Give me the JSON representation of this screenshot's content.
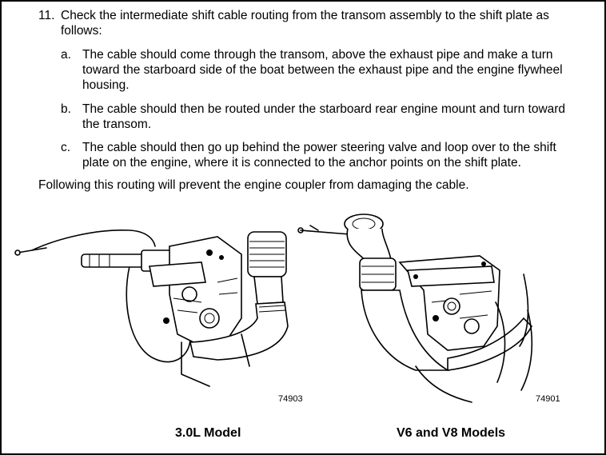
{
  "step": {
    "number": "11.",
    "text": "Check the intermediate shift cable routing from the transom assembly to the shift plate as follows:"
  },
  "substeps": [
    {
      "letter": "a.",
      "text": "The cable should come through the transom, above the exhaust pipe and make a turn toward the starboard side of the boat between the exhaust pipe and the engine flywheel housing."
    },
    {
      "letter": "b.",
      "text": "The cable should then be routed under the starboard rear engine mount and turn toward the transom."
    },
    {
      "letter": "c.",
      "text": "The cable should then go up behind the power steering valve and loop over to the shift plate on the engine, where it is connected to the anchor points on the shift plate."
    }
  ],
  "note": "Following this routing will prevent the engine coupler from damaging the cable.",
  "figures": [
    {
      "number": "74903",
      "caption": "3.0L Model"
    },
    {
      "number": "74901",
      "caption": "V6 and V8 Models"
    }
  ]
}
